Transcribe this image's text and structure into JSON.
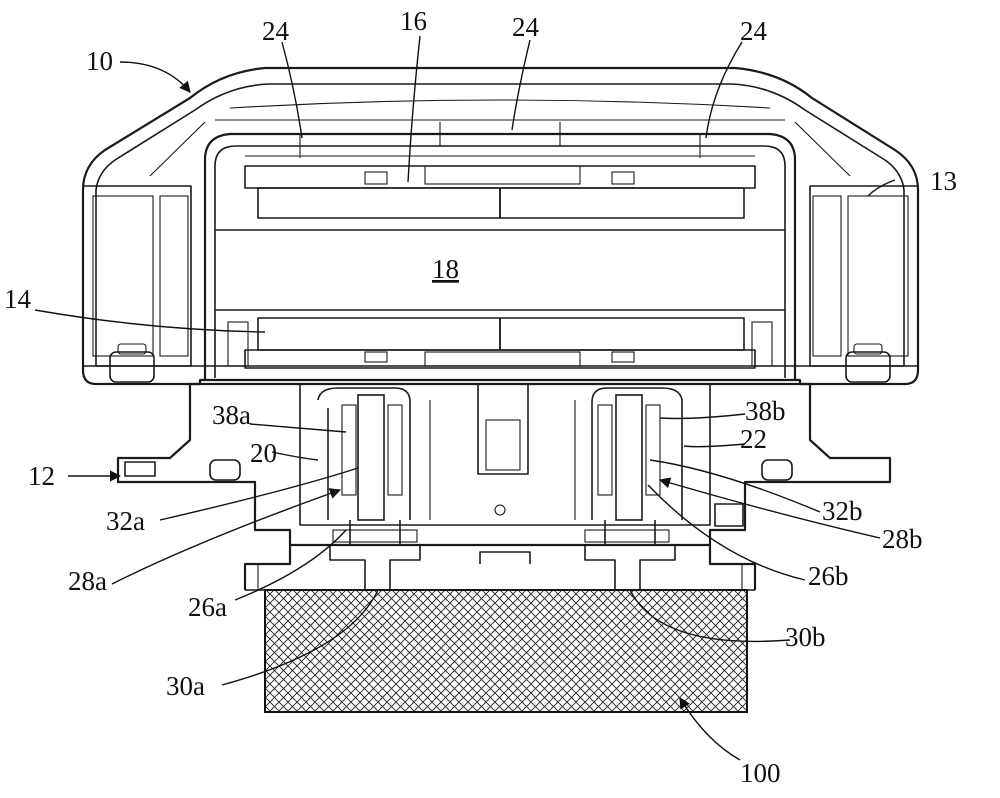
{
  "figure": {
    "labels": {
      "l10": "10",
      "l24_left": "24",
      "l16": "16",
      "l24_center": "24",
      "l24_right": "24",
      "l13": "13",
      "l18": "18",
      "l14": "14",
      "l38a": "38a",
      "l20": "20",
      "l12": "12",
      "l32a": "32a",
      "l28a": "28a",
      "l26a": "26a",
      "l30a": "30a",
      "l38b": "38b",
      "l22": "22",
      "l32b": "32b",
      "l28b": "28b",
      "l26b": "26b",
      "l30b": "30b",
      "l100": "100"
    }
  }
}
